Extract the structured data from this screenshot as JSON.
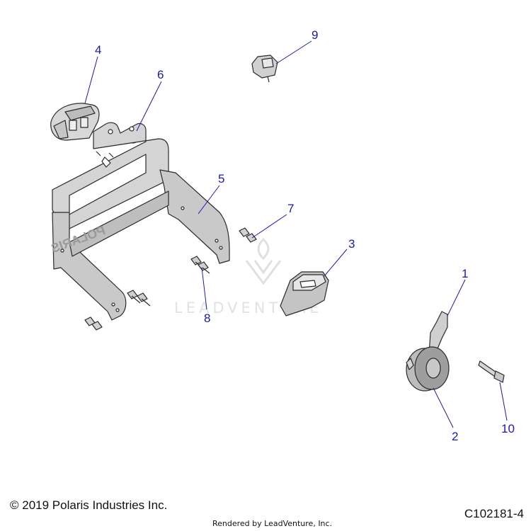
{
  "watermark": {
    "text": "LEADVENTURE"
  },
  "callouts": [
    {
      "id": "1",
      "label": "1"
    },
    {
      "id": "2",
      "label": "2"
    },
    {
      "id": "3",
      "label": "3"
    },
    {
      "id": "4",
      "label": "4"
    },
    {
      "id": "5",
      "label": "5"
    },
    {
      "id": "6",
      "label": "6"
    },
    {
      "id": "7",
      "label": "7"
    },
    {
      "id": "8",
      "label": "8"
    },
    {
      "id": "9",
      "label": "9"
    },
    {
      "id": "10",
      "label": "10"
    }
  ],
  "bracket_emboss_text": "POLARIS",
  "footer": {
    "copyright": "© 2019 Polaris Industries Inc.",
    "rendered_by": "Rendered by LeadVenture, Inc.",
    "diagram_code": "C102181-4"
  },
  "colors": {
    "callout": "#1a1aa8",
    "part_fill": "#d6d6d6",
    "part_stroke": "#2a2a2a",
    "watermark": "#e2e2e2"
  }
}
